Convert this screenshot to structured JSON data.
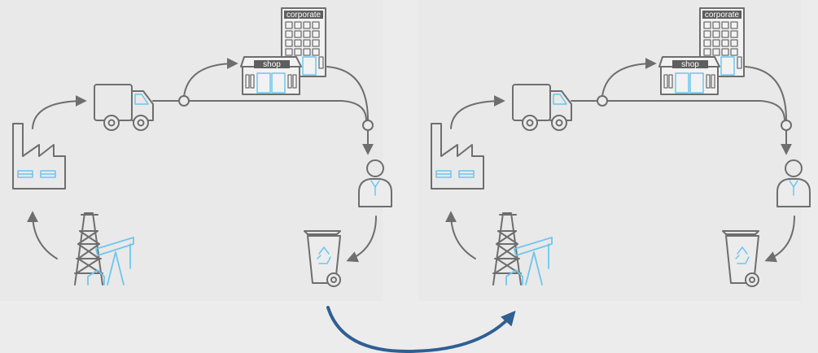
{
  "labels": {
    "corporate": "corporate",
    "shop": "shop"
  },
  "colors": {
    "background": "#ececec",
    "panel": "#e9e9e9",
    "line": "#6e6e6e",
    "accent_blue": "#6cc6ee",
    "curve_arrow": "#2f5f93",
    "label_bg": "#5e5e5e",
    "label_text": "#ffffff"
  },
  "panels": [
    {
      "name": "left-cycle"
    },
    {
      "name": "right-cycle"
    }
  ],
  "icons": [
    "oil-rig-icon",
    "factory-icon",
    "truck-icon",
    "shop-icon",
    "corporate-building-icon",
    "person-icon",
    "recycle-bin-icon"
  ],
  "connector": "curved-arrow-icon"
}
